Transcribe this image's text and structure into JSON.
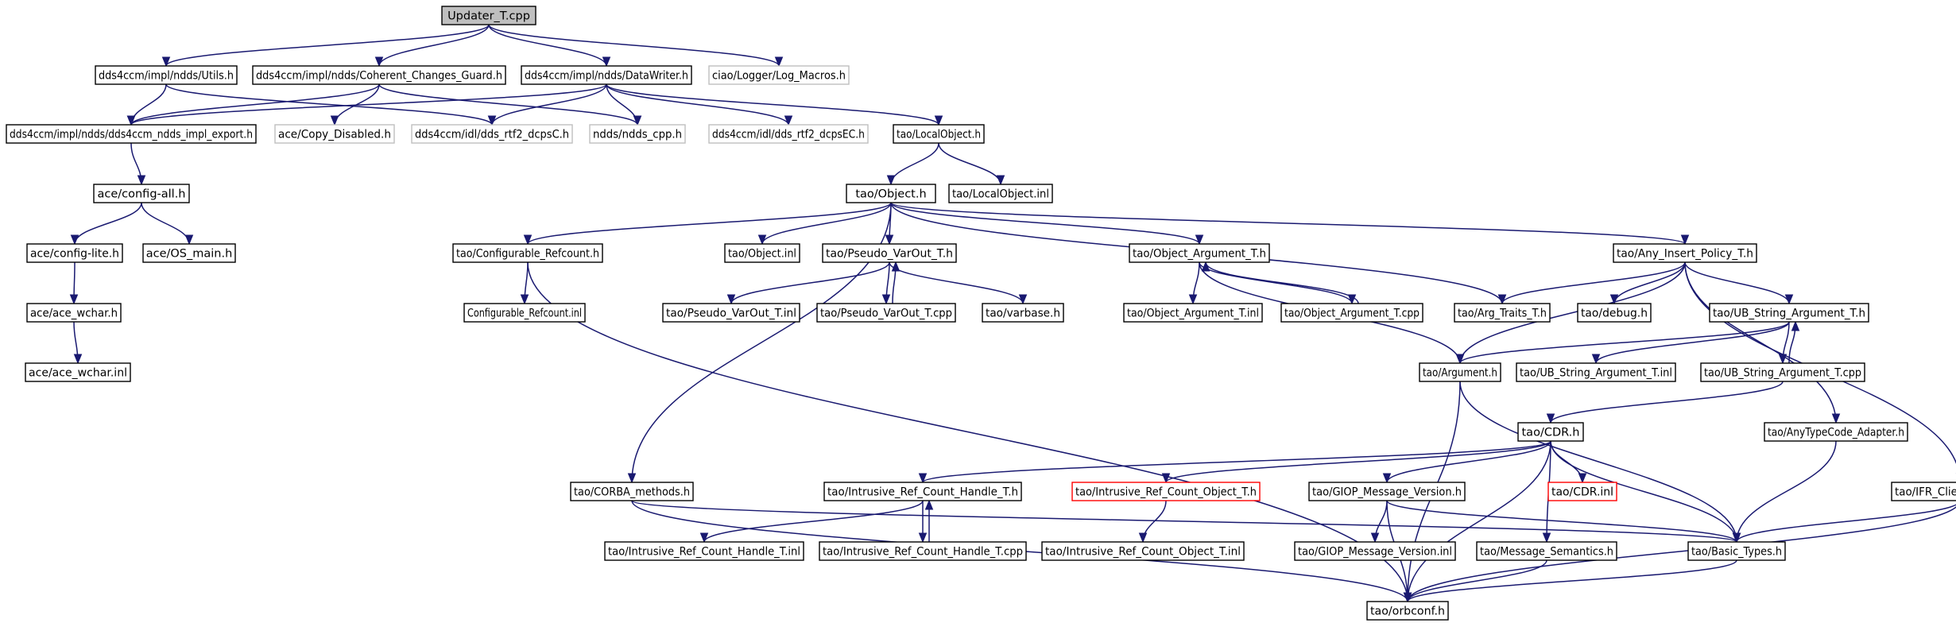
{
  "colors": {
    "edge": "#191970",
    "node_border": "#000000",
    "node_border_missing": "#bfbfbf",
    "node_border_error": "#ff0000",
    "root_fill": "#bfbfbf",
    "node_fill": "#ffffff"
  },
  "nodes": [
    {
      "id": "n0",
      "label": "Updater_T.cpp",
      "kind": "root"
    },
    {
      "id": "n1",
      "label": "dds4ccm/impl/ndds/Utils.h",
      "kind": "normal"
    },
    {
      "id": "n2",
      "label": "dds4ccm/impl/ndds/Coherent_Changes_Guard.h",
      "kind": "normal"
    },
    {
      "id": "n3",
      "label": "dds4ccm/impl/ndds/DataWriter.h",
      "kind": "normal"
    },
    {
      "id": "n4",
      "label": "ciao/Logger/Log_Macros.h",
      "kind": "missing"
    },
    {
      "id": "n5",
      "label": "dds4ccm/impl/ndds/dds4ccm_ndds_impl_export.h",
      "kind": "normal"
    },
    {
      "id": "n6",
      "label": "ace/Copy_Disabled.h",
      "kind": "missing"
    },
    {
      "id": "n7",
      "label": "dds4ccm/idl/dds_rtf2_dcpsC.h",
      "kind": "missing"
    },
    {
      "id": "n8",
      "label": "ndds/ndds_cpp.h",
      "kind": "missing"
    },
    {
      "id": "n9",
      "label": "dds4ccm/idl/dds_rtf2_dcpsEC.h",
      "kind": "missing"
    },
    {
      "id": "n10",
      "label": "tao/LocalObject.h",
      "kind": "normal"
    },
    {
      "id": "n11",
      "label": "ace/config-all.h",
      "kind": "normal"
    },
    {
      "id": "n12",
      "label": "tao/Object.h",
      "kind": "normal"
    },
    {
      "id": "n13",
      "label": "tao/LocalObject.inl",
      "kind": "normal"
    },
    {
      "id": "n14",
      "label": "ace/config-lite.h",
      "kind": "normal"
    },
    {
      "id": "n15",
      "label": "ace/OS_main.h",
      "kind": "normal"
    },
    {
      "id": "n16",
      "label": "tao/Configurable_Refcount.h",
      "kind": "normal"
    },
    {
      "id": "n17",
      "label": "tao/Object.inl",
      "kind": "normal"
    },
    {
      "id": "n18",
      "label": "tao/Pseudo_VarOut_T.h",
      "kind": "normal"
    },
    {
      "id": "n19",
      "label": "tao/Object_Argument_T.h",
      "kind": "normal"
    },
    {
      "id": "n20",
      "label": "tao/Any_Insert_Policy_T.h",
      "kind": "normal"
    },
    {
      "id": "n21",
      "label": "ace/ace_wchar.h",
      "kind": "normal"
    },
    {
      "id": "n22",
      "label": "Configurable_Refcount.inl",
      "kind": "normal"
    },
    {
      "id": "n23",
      "label": "tao/Pseudo_VarOut_T.inl",
      "kind": "normal"
    },
    {
      "id": "n24",
      "label": "tao/Pseudo_VarOut_T.cpp",
      "kind": "normal"
    },
    {
      "id": "n25",
      "label": "tao/varbase.h",
      "kind": "normal"
    },
    {
      "id": "n26",
      "label": "tao/Object_Argument_T.inl",
      "kind": "normal"
    },
    {
      "id": "n27",
      "label": "tao/Object_Argument_T.cpp",
      "kind": "normal"
    },
    {
      "id": "n28",
      "label": "tao/Arg_Traits_T.h",
      "kind": "normal"
    },
    {
      "id": "n29",
      "label": "tao/debug.h",
      "kind": "normal"
    },
    {
      "id": "n30",
      "label": "tao/UB_String_Argument_T.h",
      "kind": "normal"
    },
    {
      "id": "n31",
      "label": "ace/ace_wchar.inl",
      "kind": "normal"
    },
    {
      "id": "n32",
      "label": "tao/Argument.h",
      "kind": "normal"
    },
    {
      "id": "n33",
      "label": "tao/UB_String_Argument_T.inl",
      "kind": "normal"
    },
    {
      "id": "n34",
      "label": "tao/UB_String_Argument_T.cpp",
      "kind": "normal"
    },
    {
      "id": "n35",
      "label": "tao/CDR.h",
      "kind": "normal"
    },
    {
      "id": "n36",
      "label": "tao/AnyTypeCode_Adapter.h",
      "kind": "normal"
    },
    {
      "id": "n37",
      "label": "tao/CORBA_methods.h",
      "kind": "normal"
    },
    {
      "id": "n38",
      "label": "tao/Intrusive_Ref_Count_Handle_T.h",
      "kind": "normal"
    },
    {
      "id": "n39",
      "label": "tao/Intrusive_Ref_Count_Object_T.h",
      "kind": "error"
    },
    {
      "id": "n40",
      "label": "tao/GIOP_Message_Version.h",
      "kind": "normal"
    },
    {
      "id": "n41",
      "label": "tao/CDR.inl",
      "kind": "error"
    },
    {
      "id": "n42",
      "label": "tao/IFR_Client_Adapter.h",
      "kind": "normal"
    },
    {
      "id": "n43",
      "label": "tao/Intrusive_Ref_Count_Handle_T.inl",
      "kind": "normal"
    },
    {
      "id": "n44",
      "label": "tao/Intrusive_Ref_Count_Handle_T.cpp",
      "kind": "normal"
    },
    {
      "id": "n45",
      "label": "tao/Intrusive_Ref_Count_Object_T.inl",
      "kind": "normal"
    },
    {
      "id": "n46",
      "label": "tao/GIOP_Message_Version.inl",
      "kind": "normal"
    },
    {
      "id": "n47",
      "label": "tao/Message_Semantics.h",
      "kind": "normal"
    },
    {
      "id": "n48",
      "label": "tao/Basic_Types.h",
      "kind": "normal"
    },
    {
      "id": "n49",
      "label": "tao/orbconf.h",
      "kind": "normal"
    }
  ],
  "edges": [
    [
      "n0",
      "n1"
    ],
    [
      "n0",
      "n2"
    ],
    [
      "n0",
      "n3"
    ],
    [
      "n0",
      "n4"
    ],
    [
      "n1",
      "n5"
    ],
    [
      "n1",
      "n7"
    ],
    [
      "n2",
      "n5"
    ],
    [
      "n2",
      "n6"
    ],
    [
      "n2",
      "n8"
    ],
    [
      "n3",
      "n5"
    ],
    [
      "n3",
      "n7"
    ],
    [
      "n3",
      "n8"
    ],
    [
      "n3",
      "n9"
    ],
    [
      "n3",
      "n10"
    ],
    [
      "n5",
      "n11"
    ],
    [
      "n11",
      "n14"
    ],
    [
      "n11",
      "n15"
    ],
    [
      "n14",
      "n21"
    ],
    [
      "n21",
      "n31"
    ],
    [
      "n10",
      "n12"
    ],
    [
      "n10",
      "n13"
    ],
    [
      "n12",
      "n16"
    ],
    [
      "n12",
      "n17"
    ],
    [
      "n12",
      "n18"
    ],
    [
      "n12",
      "n19"
    ],
    [
      "n12",
      "n20"
    ],
    [
      "n12",
      "n28"
    ],
    [
      "n12",
      "n37"
    ],
    [
      "n16",
      "n22"
    ],
    [
      "n16",
      "n49"
    ],
    [
      "n18",
      "n23"
    ],
    [
      "n18",
      "n24"
    ],
    [
      "n24",
      "n18"
    ],
    [
      "n18",
      "n25"
    ],
    [
      "n19",
      "n26"
    ],
    [
      "n19",
      "n27"
    ],
    [
      "n27",
      "n19"
    ],
    [
      "n19",
      "n32"
    ],
    [
      "n20",
      "n28"
    ],
    [
      "n20",
      "n29"
    ],
    [
      "n20",
      "n30"
    ],
    [
      "n20",
      "n32"
    ],
    [
      "n20",
      "n36"
    ],
    [
      "n20",
      "n42"
    ],
    [
      "n30",
      "n32"
    ],
    [
      "n30",
      "n33"
    ],
    [
      "n30",
      "n34"
    ],
    [
      "n34",
      "n30"
    ],
    [
      "n32",
      "n48"
    ],
    [
      "n32",
      "n49"
    ],
    [
      "n34",
      "n35"
    ],
    [
      "n35",
      "n38"
    ],
    [
      "n35",
      "n39"
    ],
    [
      "n35",
      "n40"
    ],
    [
      "n35",
      "n41"
    ],
    [
      "n35",
      "n47"
    ],
    [
      "n35",
      "n48"
    ],
    [
      "n35",
      "n49"
    ],
    [
      "n36",
      "n48"
    ],
    [
      "n37",
      "n48"
    ],
    [
      "n37",
      "n49"
    ],
    [
      "n38",
      "n43"
    ],
    [
      "n38",
      "n44"
    ],
    [
      "n44",
      "n38"
    ],
    [
      "n39",
      "n45"
    ],
    [
      "n40",
      "n46"
    ],
    [
      "n40",
      "n48"
    ],
    [
      "n40",
      "n49"
    ],
    [
      "n42",
      "n48"
    ],
    [
      "n42",
      "n49"
    ],
    [
      "n47",
      "n49"
    ],
    [
      "n48",
      "n49"
    ]
  ]
}
